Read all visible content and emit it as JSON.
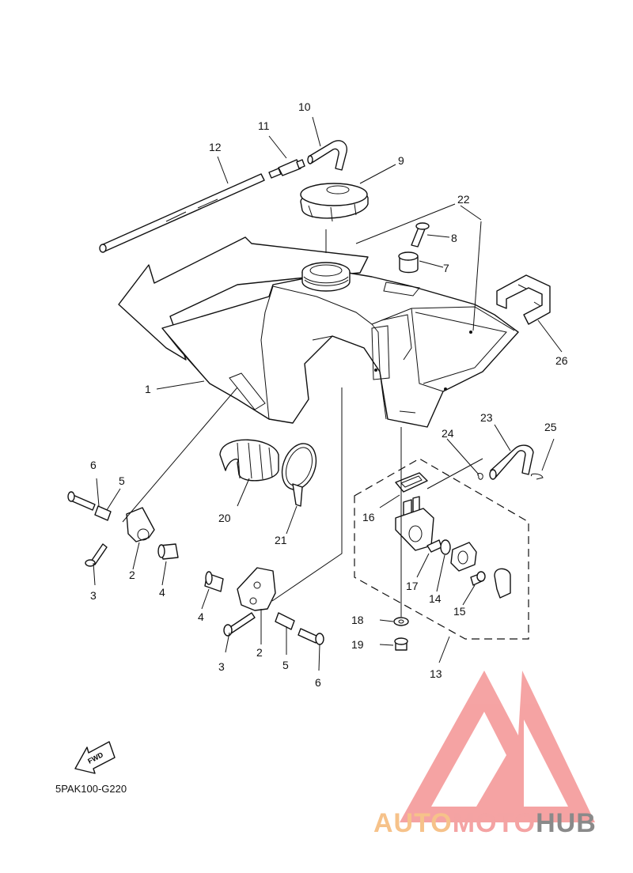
{
  "diagram": {
    "part_numbers": [
      "1",
      "2",
      "3",
      "4",
      "5",
      "6",
      "7",
      "8",
      "9",
      "10",
      "11",
      "12",
      "13",
      "14",
      "15",
      "16",
      "17",
      "18",
      "19",
      "20",
      "21",
      "22",
      "23",
      "24",
      "25",
      "26"
    ],
    "lower_labels": {
      "l2b": "2",
      "l3b": "3",
      "l4b": "4",
      "l5b": "5",
      "l6b": "6"
    },
    "fwd_label": "FWD",
    "drawing_code": "5PAK100-G220"
  },
  "watermark": {
    "part1": "AUTO",
    "part2": "MOTO",
    "part3": "HUB",
    "colors": {
      "auto": "#f6c28a",
      "moto": "#f4a3a3",
      "hub": "#8a8a8a",
      "logo": "#f49a9a"
    }
  }
}
